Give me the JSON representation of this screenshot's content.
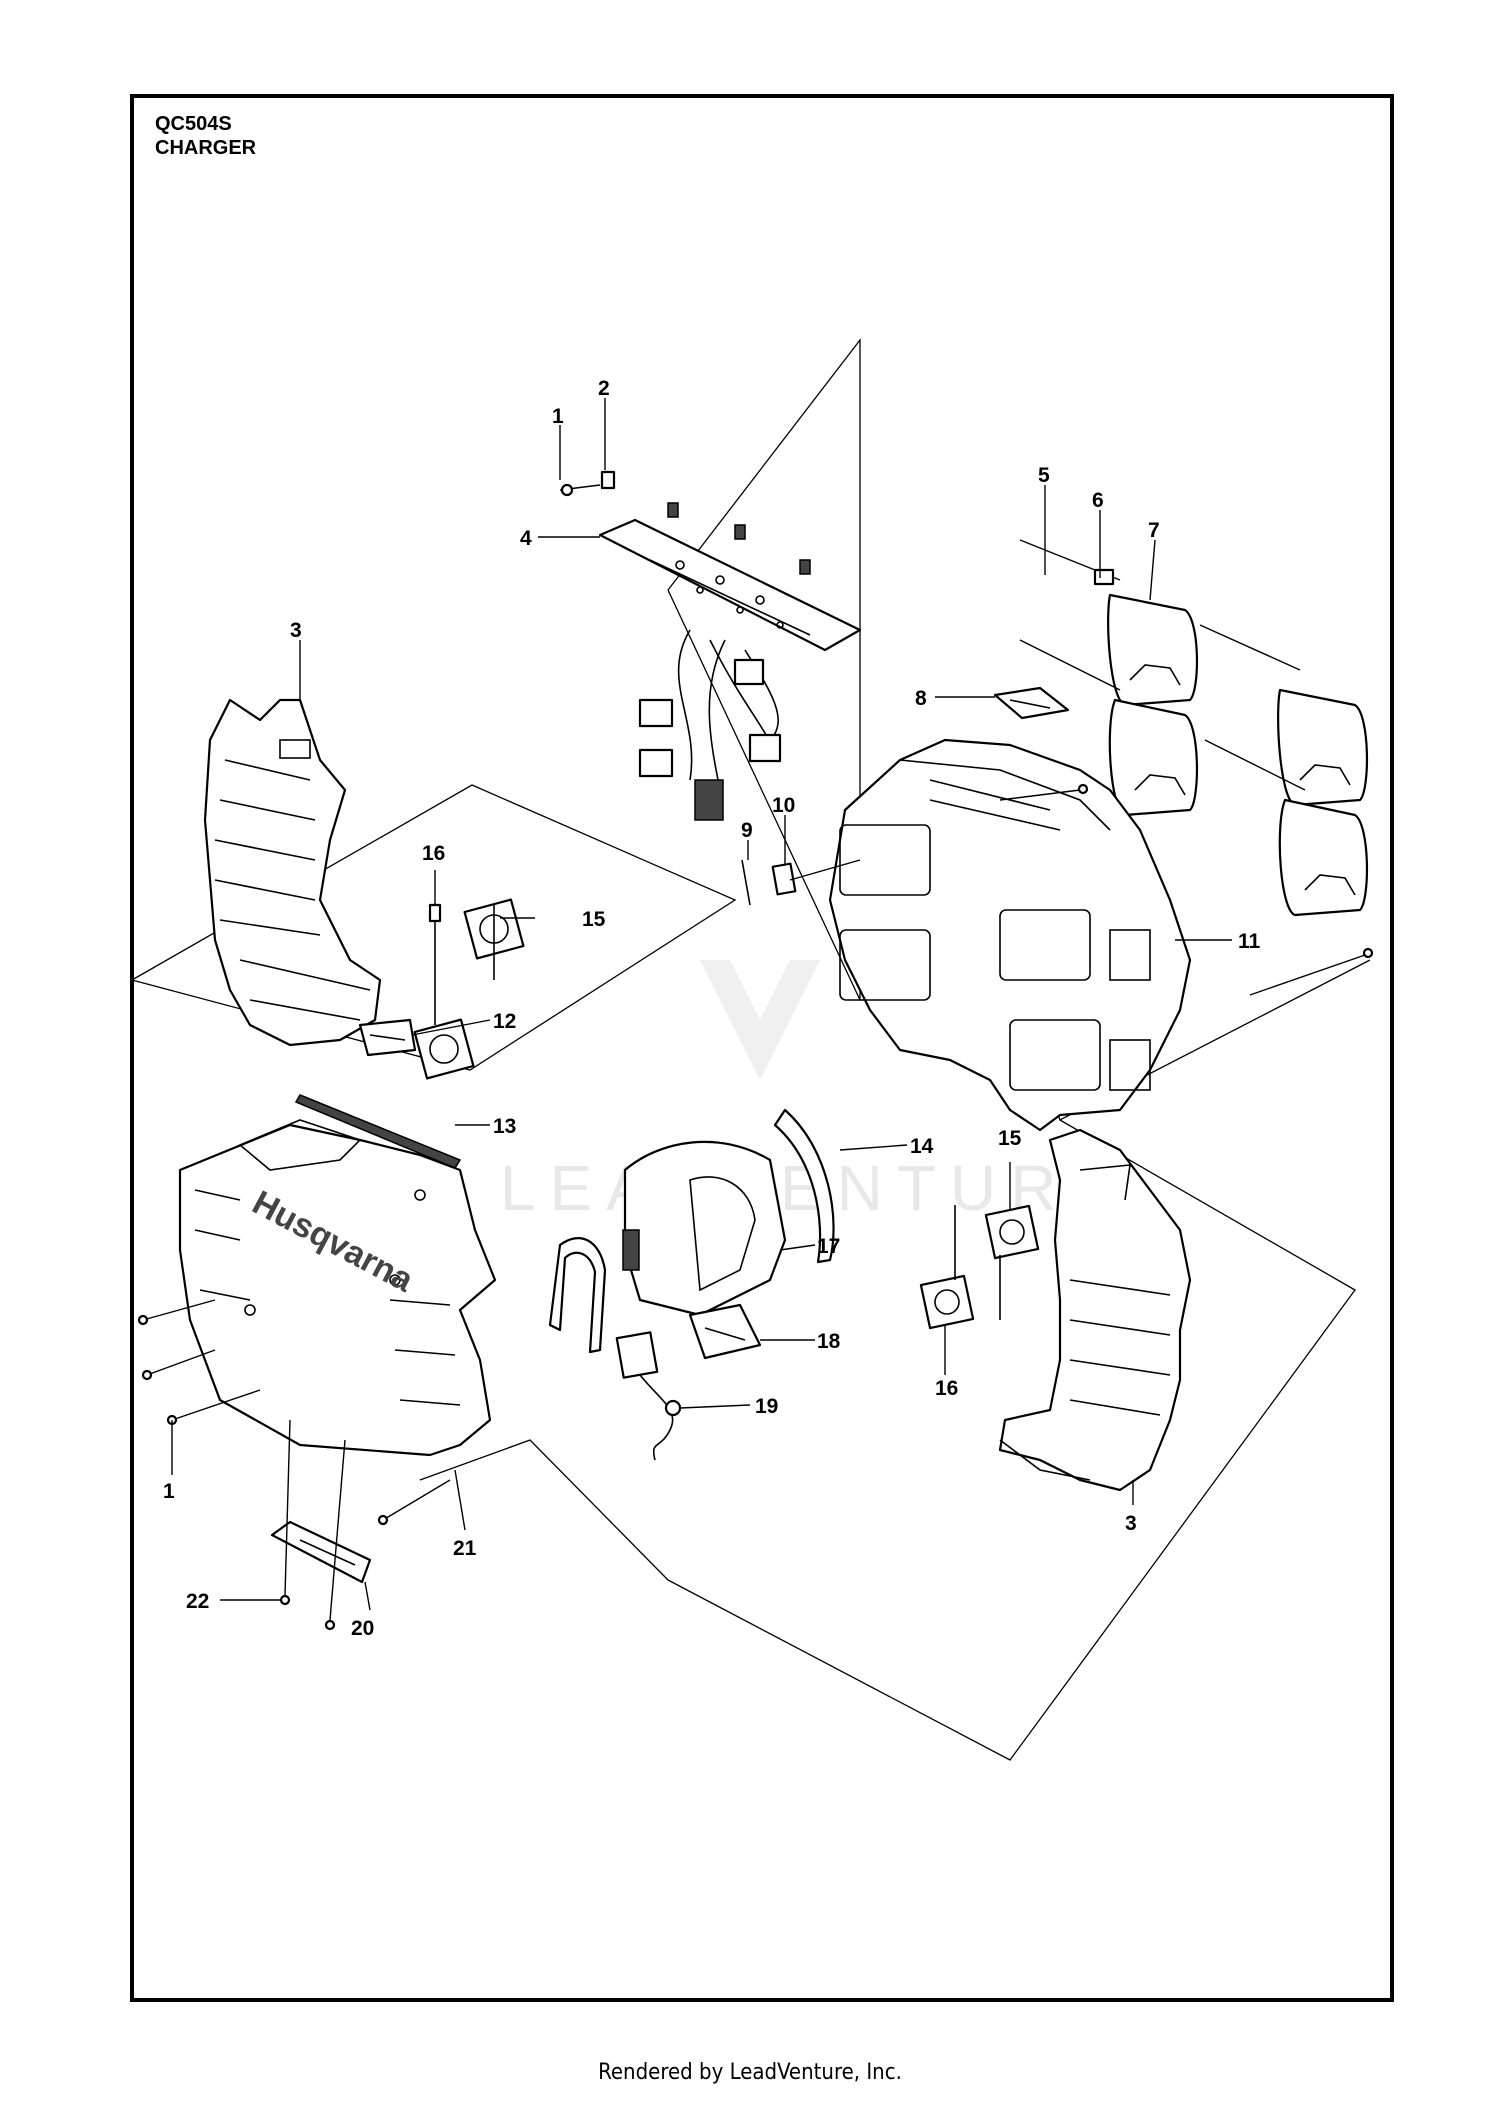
{
  "title": {
    "model": "QC504S",
    "name": "CHARGER"
  },
  "watermark": "LEADVENTURE",
  "footer": "Rendered by LeadVenture, Inc.",
  "callouts": [
    "1",
    "2",
    "3",
    "4",
    "5",
    "6",
    "7",
    "8",
    "9",
    "10",
    "11",
    "12",
    "13",
    "14",
    "15",
    "16",
    "17",
    "18",
    "19",
    "20",
    "21",
    "22"
  ],
  "labels": {
    "c1a": "1",
    "c2": "2",
    "c3a": "3",
    "c4": "4",
    "c5": "5",
    "c6": "6",
    "c7": "7",
    "c8": "8",
    "c9": "9",
    "c10": "10",
    "c11": "11",
    "c12": "12",
    "c13": "13",
    "c14": "14",
    "c15a": "15",
    "c15b": "15",
    "c16a": "16",
    "c16b": "16",
    "c17": "17",
    "c18": "18",
    "c19": "19",
    "c1b": "1",
    "c20": "20",
    "c21": "21",
    "c22": "22",
    "c3b": "3"
  },
  "logo_text": "Husqvarna"
}
